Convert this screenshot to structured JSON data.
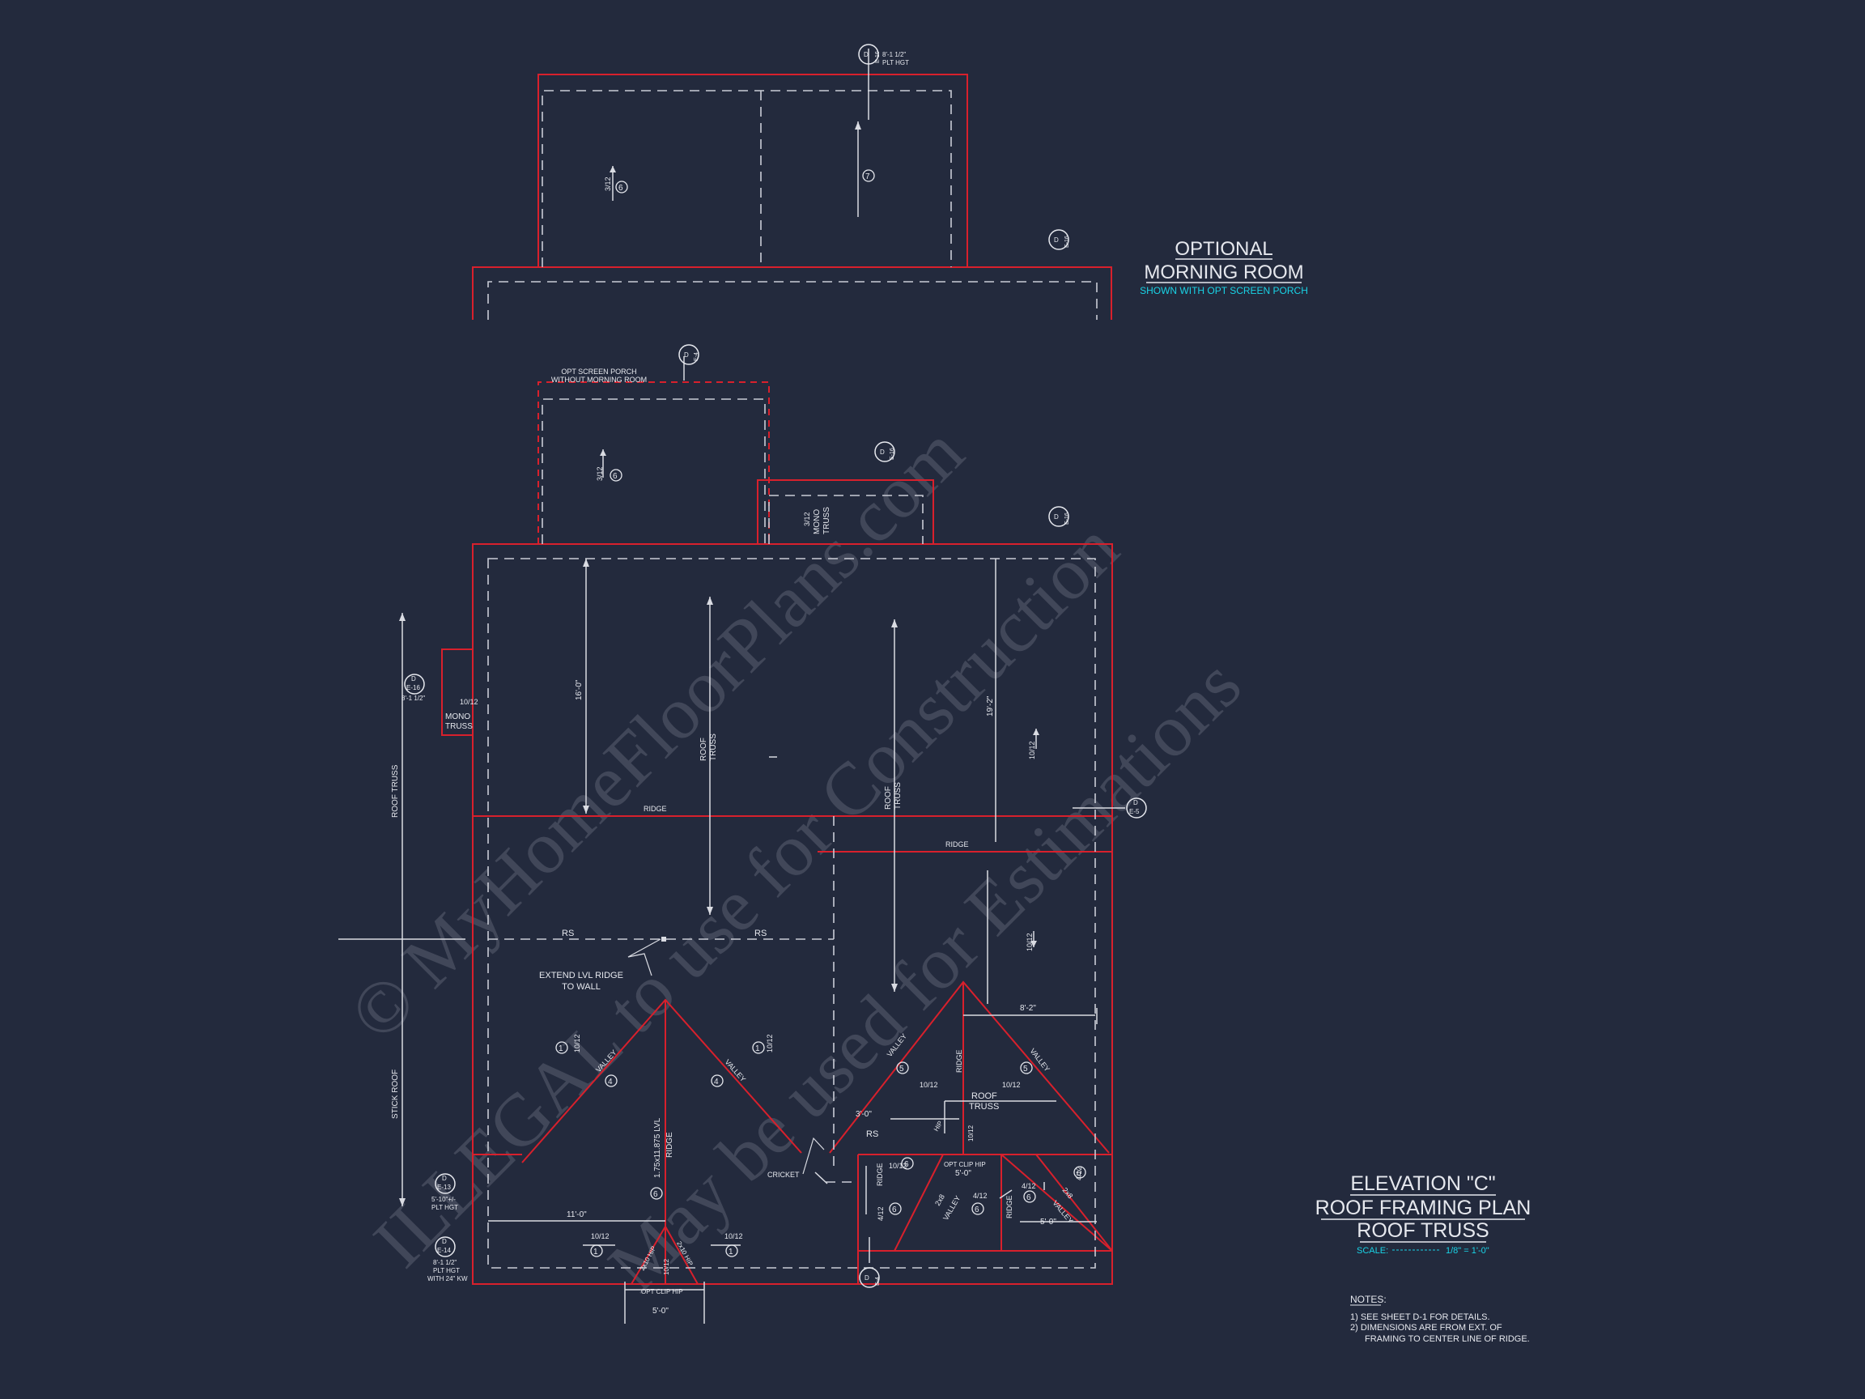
{
  "colors": {
    "background": "#232a3d",
    "wall": "#d8202c",
    "line": "#d9dbe2",
    "accent": "#19d3e6",
    "watermark": "#aab0bd"
  },
  "title_block": {
    "elevation": "ELEVATION \"C\"",
    "plan": "ROOF FRAMING PLAN",
    "type": "ROOF TRUSS",
    "scale_label": "SCALE:",
    "scale_value": "1/8\" = 1'-0\""
  },
  "notes": {
    "heading": "NOTES:",
    "items": [
      "1) SEE SHEET D-1 FOR DETAILS.",
      "2) DIMENSIONS ARE FROM EXT. OF",
      "FRAMING TO CENTER LINE OF RIDGE."
    ]
  },
  "optional_room": {
    "title_1": "OPTIONAL",
    "title_2": "MORNING ROOM",
    "subtitle": "SHOWN WITH OPT SCREEN PORCH"
  },
  "porch": {
    "label_1": "OPT SCREEN PORCH",
    "label_2": "WITHOUT MORNING ROOM"
  },
  "watermark": {
    "line_1": "© MyHomeFloorPlans.com",
    "line_2": "ILLEGAL to use for Construction",
    "line_3": "May be used for Estimations"
  },
  "labels": {
    "ridge": "RIDGE",
    "rs": "RS",
    "valley": "VALLEY",
    "hip": "HIP",
    "cricket": "CRICKET",
    "roof": "ROOF",
    "truss": "TRUSS",
    "mono": "MONO",
    "opt_clip_hip": "OPT CLIP HIP",
    "roof_truss": "ROOF TRUSS",
    "stick_roof": "STICK ROOF",
    "extend_1": "EXTEND LVL RIDGE",
    "extend_2": "TO WALL",
    "lvl_1": "1.75x11.875 LVL",
    "lvl_2": "RIDGE",
    "two_x_eight": "2x8",
    "two_x_ten_hip": "2x10 HIP",
    "plt_hgt_1": "8'-1 1/2\"",
    "plt_hgt": "PLT HGT",
    "plt_hgt_2": "5'-10\"+/-",
    "with_kw": "WITH 24\" KW",
    "pitch_3": "3/12",
    "pitch_4": "4/12",
    "pitch_10": "10/12"
  },
  "dimensions": {
    "d16": "16'-0\"",
    "d19": "19'-2\"",
    "d8": "8'-2\"",
    "d3": "3'-0\"",
    "d11": "11'-0\"",
    "d5": "5'-0\""
  },
  "details": {
    "d": "D",
    "e13": "E-13",
    "e14": "E-14",
    "e16": "E-16",
    "e15": "E-15",
    "e5": "E-5",
    "e4": "E-4",
    "truss_types": [
      "1",
      "4",
      "5",
      "6",
      "7"
    ]
  }
}
